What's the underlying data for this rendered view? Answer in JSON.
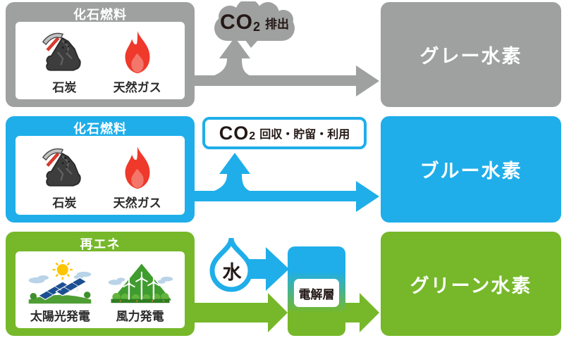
{
  "colors": {
    "gray": "#9fa0a0",
    "blue": "#1faee9",
    "green": "#76b82a",
    "text_dark": "#231815",
    "flame_red": "#ee392b",
    "pickaxe_red": "#d63b2f",
    "white": "#ffffff"
  },
  "rows": [
    {
      "type": "gray",
      "source_title": "化石燃料",
      "items": [
        {
          "label": "石炭"
        },
        {
          "label": "天然ガス"
        }
      ],
      "co2": {
        "main": "CO",
        "sub": "2",
        "suffix": "排出"
      },
      "result": "グレー水素"
    },
    {
      "type": "blue",
      "source_title": "化石燃料",
      "items": [
        {
          "label": "石炭"
        },
        {
          "label": "天然ガス"
        }
      ],
      "co2": {
        "main": "CO",
        "sub": "2",
        "suffix": "回収・貯留・利用"
      },
      "result": "ブルー水素"
    },
    {
      "type": "green",
      "source_title": "再エネ",
      "items": [
        {
          "label": "太陽光発電"
        },
        {
          "label": "風力発電"
        }
      ],
      "water_label": "水",
      "electrolyzer_label": "電解層",
      "result": "グリーン水素"
    }
  ]
}
